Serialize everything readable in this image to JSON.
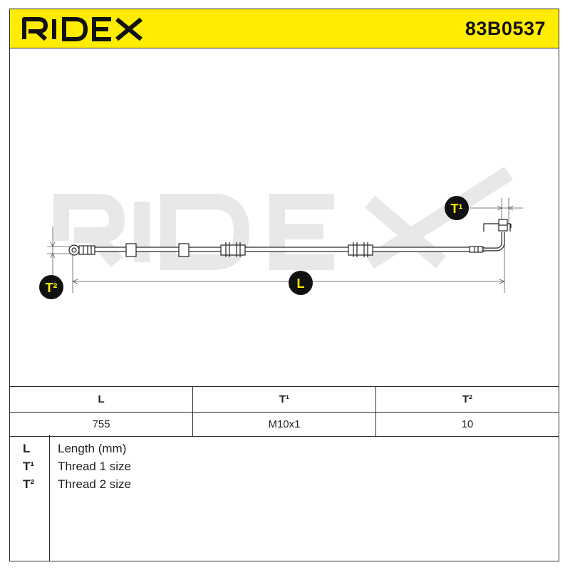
{
  "brand": "RIDEX",
  "part_number": "83B0537",
  "watermark": "RIDEX",
  "callouts": {
    "t1": "T¹",
    "t2": "T²",
    "length": "L"
  },
  "table": {
    "headers": [
      "L",
      "T¹",
      "T²"
    ],
    "values": [
      "755",
      "M10x1",
      "10"
    ]
  },
  "legend": [
    {
      "key": "L",
      "desc": "Length (mm)"
    },
    {
      "key": "T¹",
      "desc": "Thread 1 size"
    },
    {
      "key": "T²",
      "desc": "Thread 2 size"
    }
  ],
  "colors": {
    "header": "#ffec00",
    "callout": "#111111",
    "callout_text": "#ffec00",
    "watermark": "#e6e6e6"
  }
}
